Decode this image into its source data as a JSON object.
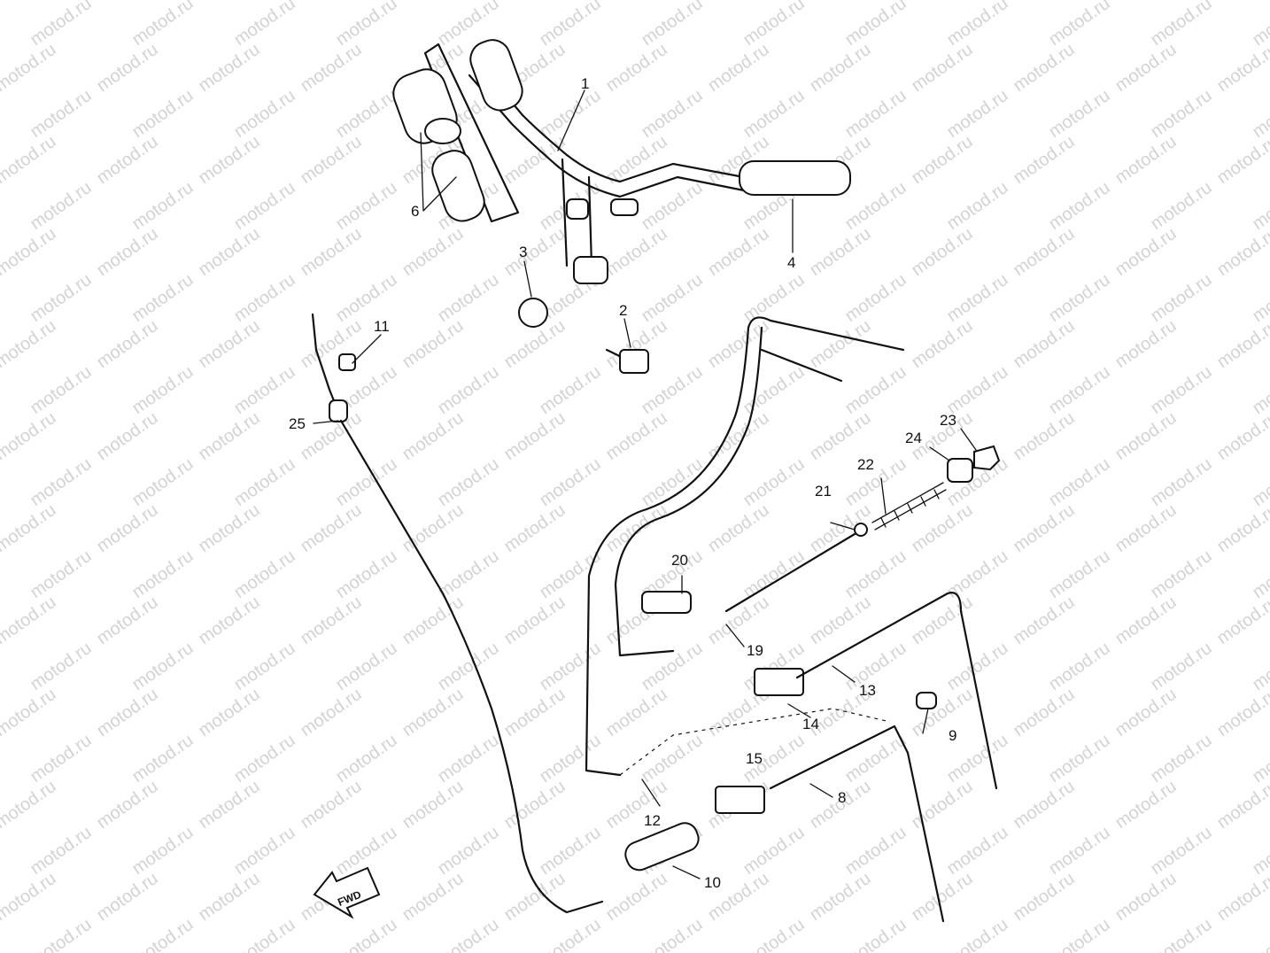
{
  "watermark": {
    "text": "motod.ru"
  },
  "callouts": [
    "1",
    "2",
    "3",
    "4",
    "6",
    "8",
    "9",
    "10",
    "11",
    "12",
    "13",
    "14",
    "15",
    "19",
    "20",
    "21",
    "22",
    "23",
    "24",
    "25"
  ],
  "direction_badge": "FWD",
  "colors": {
    "line": "#111111",
    "watermark": "#d3d3d3",
    "background": "#ffffff"
  }
}
